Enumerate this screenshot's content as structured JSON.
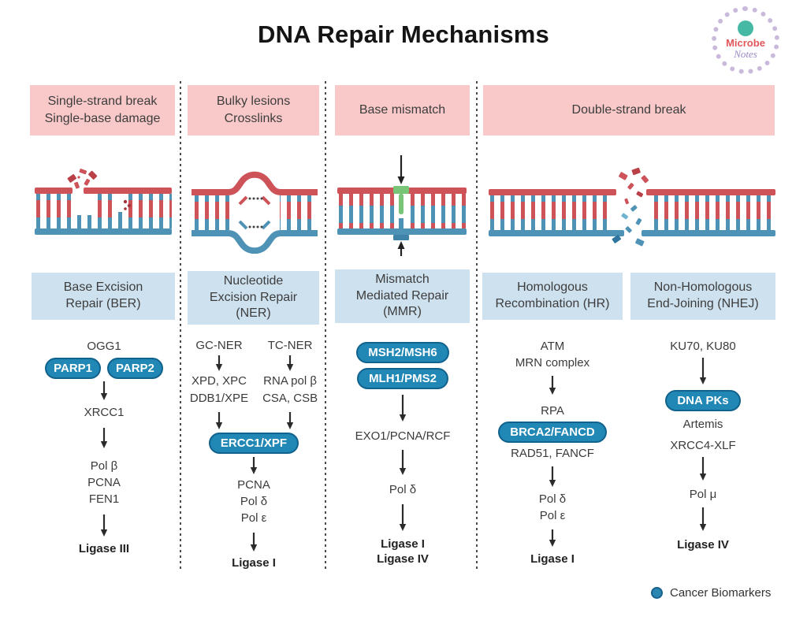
{
  "title": "DNA Repair Mechanisms",
  "logo": {
    "word1": "Microbe",
    "word2": "Notes"
  },
  "colors": {
    "damage_box_bg": "#f9c9c9",
    "repair_box_bg": "#cee1ef",
    "biomarker_pill_bg": "#2187b4",
    "biomarker_pill_border": "#11628c",
    "dna_red": "#cd5359",
    "dna_blue": "#4e92b5",
    "mismatch_green": "#78c578"
  },
  "damage_headers": [
    {
      "label": "Single-strand break\nSingle-base damage"
    },
    {
      "label": "Bulky lesions\nCrosslinks"
    },
    {
      "label": "Base mismatch"
    },
    {
      "label": "Double-strand break"
    }
  ],
  "dna_illustrations": [
    {
      "name": "single-strand-break-dna"
    },
    {
      "name": "bulky-lesion-dna"
    },
    {
      "name": "base-mismatch-dna"
    },
    {
      "name": "double-strand-break-dna"
    }
  ],
  "repair_headers": [
    {
      "label": "Base Excision\nRepair (BER)"
    },
    {
      "label": "Nucleotide\nExcision Repair\n(NER)"
    },
    {
      "label": "Mismatch\nMediated Repair\n(MMR)"
    },
    {
      "label": "Homologous\nRecombination (HR)"
    },
    {
      "label": "Non-Homologous\nEnd-Joining (NHEJ)"
    }
  ],
  "pathways": {
    "ber": {
      "step1": "OGG1",
      "pill1": "PARP1",
      "pill2": "PARP2",
      "step2": "XRCC1",
      "step3": "Pol β\nPCNA\nFEN1",
      "final": "Ligase III"
    },
    "ner": {
      "branch1_title": "GC-NER",
      "branch1_step": "XPD, XPC\nDDB1/XPE",
      "branch2_title": "TC-NER",
      "branch2_step": "RNA pol β\nCSA, CSB",
      "pill": "ERCC1/XPF",
      "step": "PCNA\nPol δ\nPol ε",
      "final": "Ligase I"
    },
    "mmr": {
      "pill1": "MSH2/MSH6",
      "pill2": "MLH1/PMS2",
      "step1": "EXO1/PCNA/RCF",
      "step2": "Pol δ",
      "final": "Ligase I\nLigase IV"
    },
    "hr": {
      "step1": "ATM\nMRN complex",
      "step2": "RPA",
      "pill": "BRCA2/FANCD",
      "step3": "RAD51, FANCF",
      "step4": "Pol δ\nPol ε",
      "final": "Ligase I"
    },
    "nhej": {
      "step1": "KU70, KU80",
      "pill": "DNA PKs",
      "step2": "Artemis",
      "step3": "XRCC4-XLF",
      "step4": "Pol μ",
      "final": "Ligase IV"
    }
  },
  "legend": {
    "label": "Cancer Biomarkers"
  }
}
